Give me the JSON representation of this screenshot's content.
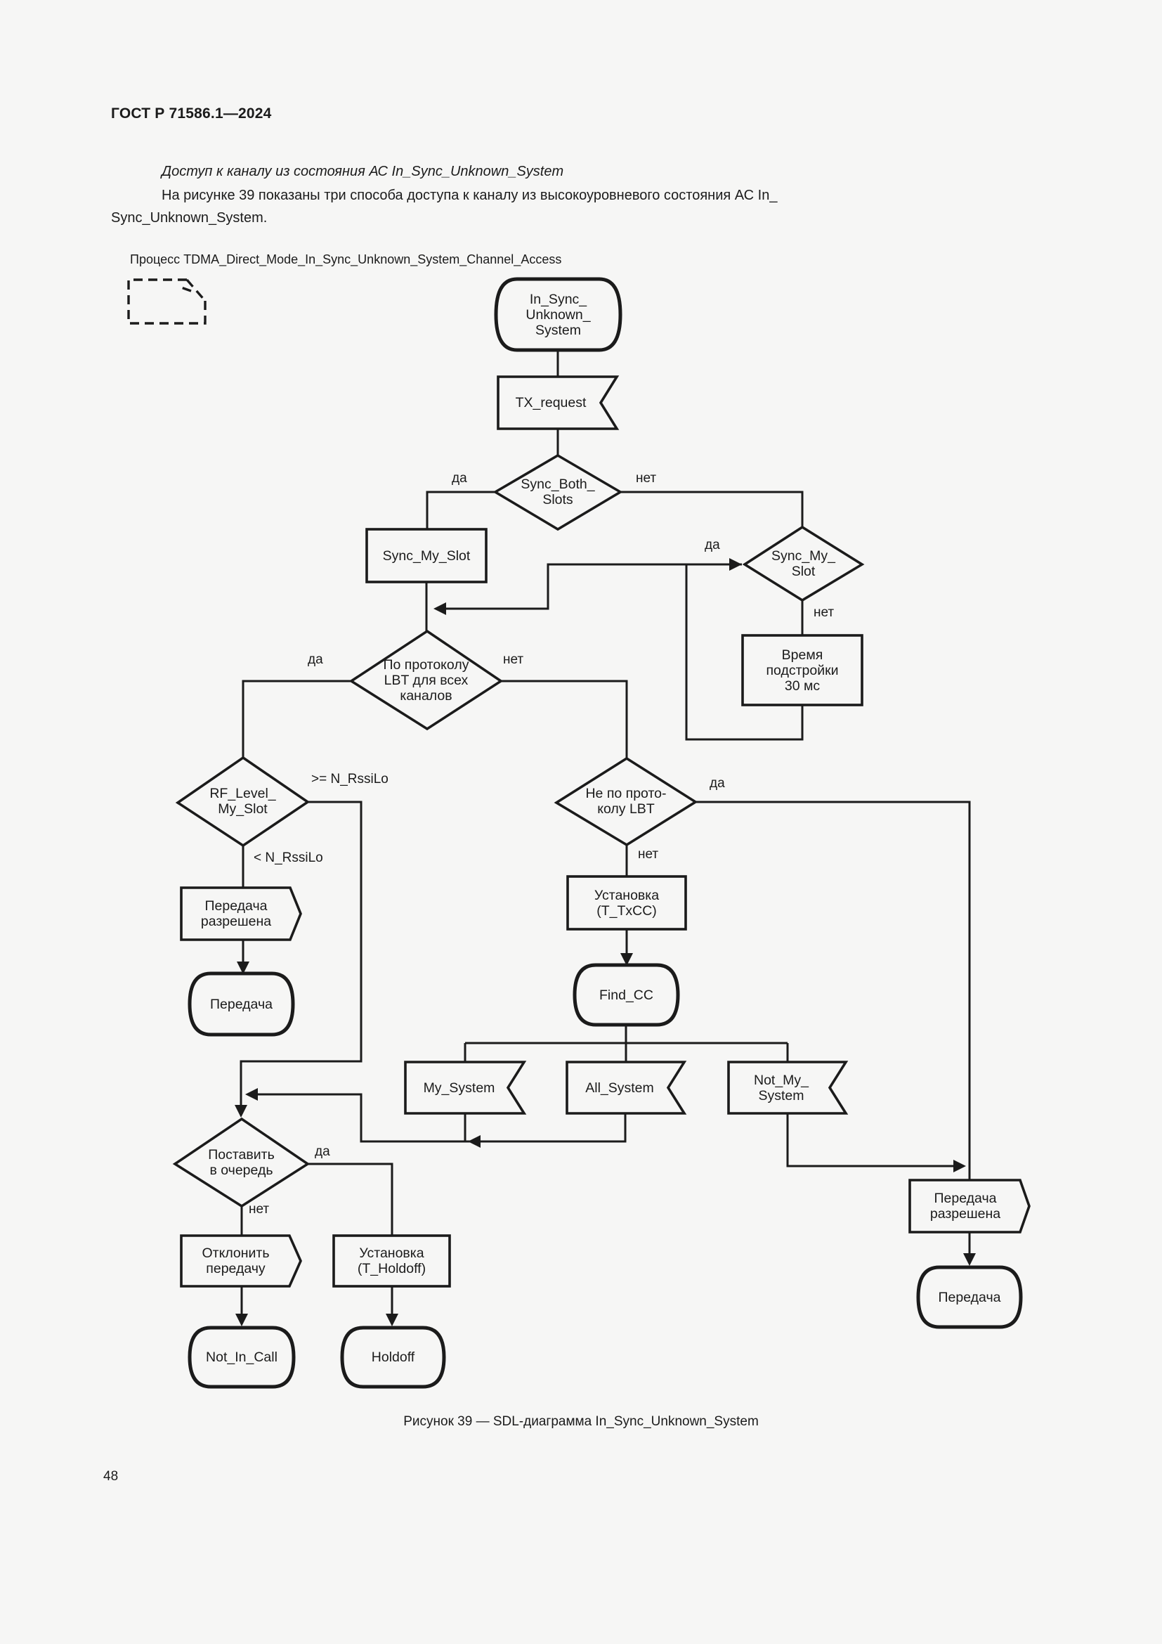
{
  "page": {
    "header": "ГОСТ Р 71586.1—2024",
    "heading_italic": "Доступ к каналу из состояния АС In_Sync_Unknown_System",
    "paragraph_line1": "На рисунке 39 показаны три способа доступа к каналу из высокоуровневого состояния АС In_",
    "paragraph_line2": "Sync_Unknown_System.",
    "process_label": "Процесс TDMA_Direct_Mode_In_Sync_Unknown_System_Channel_Access",
    "figure_caption": "Рисунок 39 — SDL-диаграмма In_Sync_Unknown_System",
    "page_number": "48"
  },
  "nodes": {
    "start_state": "In_Sync_\nUnknown_\nSystem",
    "tx_request": "TX_request",
    "sync_both_slots": "Sync_Both_\nSlots",
    "sync_my_slot_task": "Sync_My_Slot",
    "sync_my_slot_decision": "Sync_My_\nSlot",
    "adjust_time": "Время\nподстройки\n30 мс",
    "lbt_all_channels": "По протоколу\nLBT для всех\nканалов",
    "rf_level_my_slot": "RF_Level_\nMy_Slot",
    "tx_allowed_left": "Передача\nразрешена",
    "tx_state_left": "Передача",
    "not_lbt": "Не по прото-\nколу LBT",
    "set_t_txcc": "Установка\n(T_TxCC)",
    "find_cc": "Find_CC",
    "my_system": "My_System",
    "all_system": "All_System",
    "not_my_system": "Not_My_\nSystem",
    "queue_decision": "Поставить\nв очередь",
    "reject_tx": "Отклонить\nпередачу",
    "set_t_holdoff": "Установка\n(T_Holdoff)",
    "not_in_call": "Not_In_Call",
    "holdoff": "Holdoff",
    "tx_allowed_right": "Передача\nразрешена",
    "tx_state_right": "Передача"
  },
  "edges": {
    "sync_both": {
      "yes": "да",
      "no": "нет"
    },
    "sync_my": {
      "yes": "да",
      "no": "нет"
    },
    "lbt_all": {
      "yes": "да",
      "no": "нет"
    },
    "rf_level": {
      "ge": ">= N_RssiLo",
      "lt": "< N_RssiLo"
    },
    "not_lbt": {
      "yes": "да",
      "no": "нет"
    },
    "queue": {
      "yes": "да",
      "no": "нет"
    }
  },
  "colors": {
    "ink": "#1b1b1b",
    "background": "#f6f6f5"
  }
}
